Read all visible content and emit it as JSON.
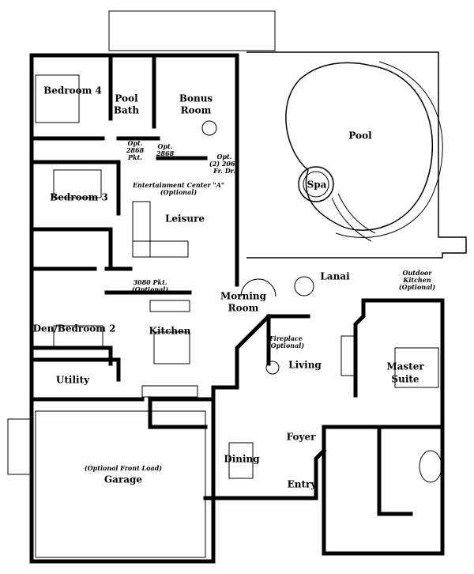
{
  "rooms": {
    "bedroom4": "Bedroom 4",
    "pool_bath_1": "Pool",
    "pool_bath_2": "Bath",
    "bonus_1": "Bonus",
    "bonus_2": "Room",
    "pool": "Pool",
    "spa": "Spa",
    "bedroom3": "Bedroom 3",
    "leisure": "Leisure",
    "lanai": "Lanai",
    "morning_1": "Morning",
    "morning_2": "Room",
    "den": "Den/Bedroom 2",
    "kitchen": "Kitchen",
    "living": "Living",
    "master_1": "Master",
    "master_2": "Suite",
    "utility": "Utility",
    "foyer": "Foyer",
    "dining": "Dining",
    "garage": "Garage",
    "entry": "Entry"
  },
  "notes": {
    "opt_pkt_1": "Opt.",
    "opt_pkt_2": "2868",
    "opt_pkt_3": "Pkt.",
    "opt_door_1": "Opt.",
    "opt_door_2": "2868",
    "fr_dr_1": "Opt.",
    "fr_dr_2": "(2) 2068",
    "fr_dr_3": "Fr. Dr.",
    "ent_center_1": "Entertainment Center \"A\"",
    "ent_center_2": "(Optional)",
    "pkt3080_1": "3080 Pkt.",
    "pkt3080_2": "(Optional)",
    "outdoor_1": "Outdoor",
    "outdoor_2": "Kitchen",
    "outdoor_3": "(Optional)",
    "fireplace_1": "Fireplace",
    "fireplace_2": "(Optional)",
    "garage_note": "(Optional Front Load)"
  }
}
